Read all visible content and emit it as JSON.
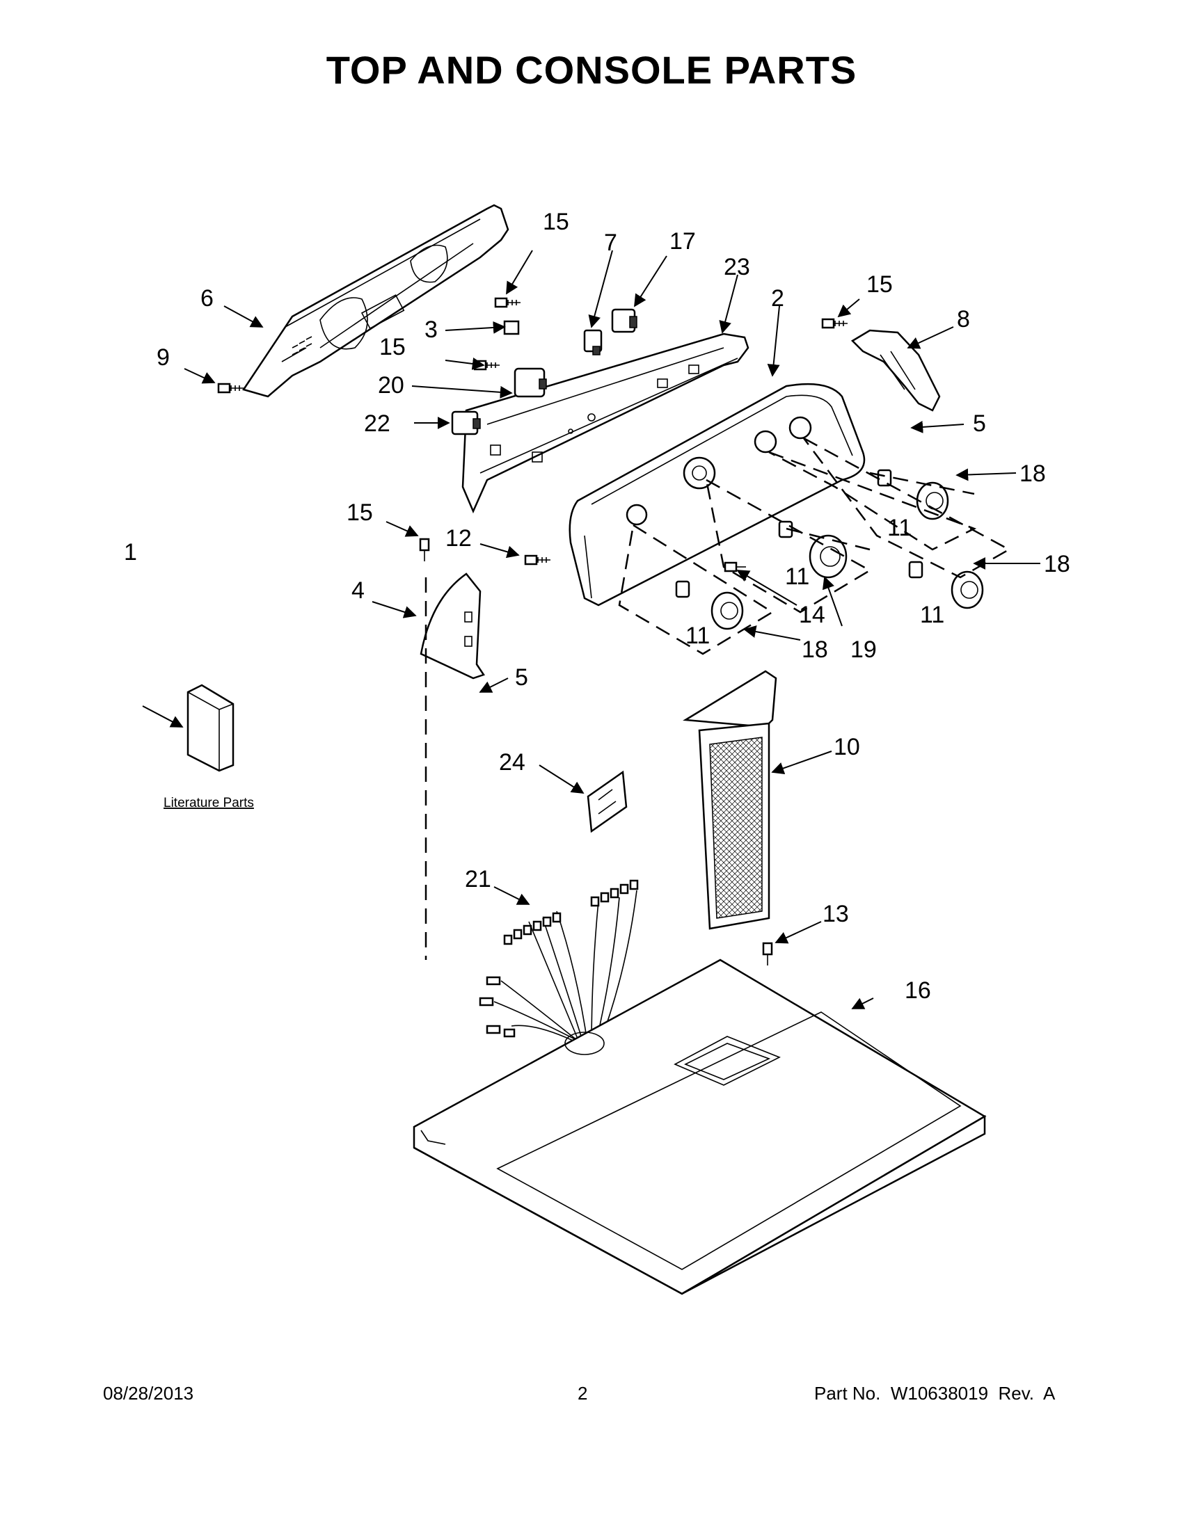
{
  "title": "TOP AND CONSOLE PARTS",
  "labels": {
    "p1": "1",
    "p2": "2",
    "p3": "3",
    "p4": "4",
    "p5a": "5",
    "p5b": "5",
    "p6": "6",
    "p7": "7",
    "p8": "8",
    "p9": "9",
    "p10": "10",
    "p11a": "11",
    "p11b": "11",
    "p11c": "11",
    "p11d": "11",
    "p12": "12",
    "p13": "13",
    "p14": "14",
    "p15a": "15",
    "p15b": "15",
    "p15c": "15",
    "p15d": "15",
    "p16": "16",
    "p17": "17",
    "p18a": "18",
    "p18b": "18",
    "p18c": "18",
    "p19": "19",
    "p20": "20",
    "p21": "21",
    "p22": "22",
    "p23": "23",
    "p24": "24"
  },
  "literature_label": "Literature Parts",
  "footer": {
    "date": "08/28/2013",
    "page": "2",
    "part_number": "Part No.  W10638019  Rev.  A"
  }
}
